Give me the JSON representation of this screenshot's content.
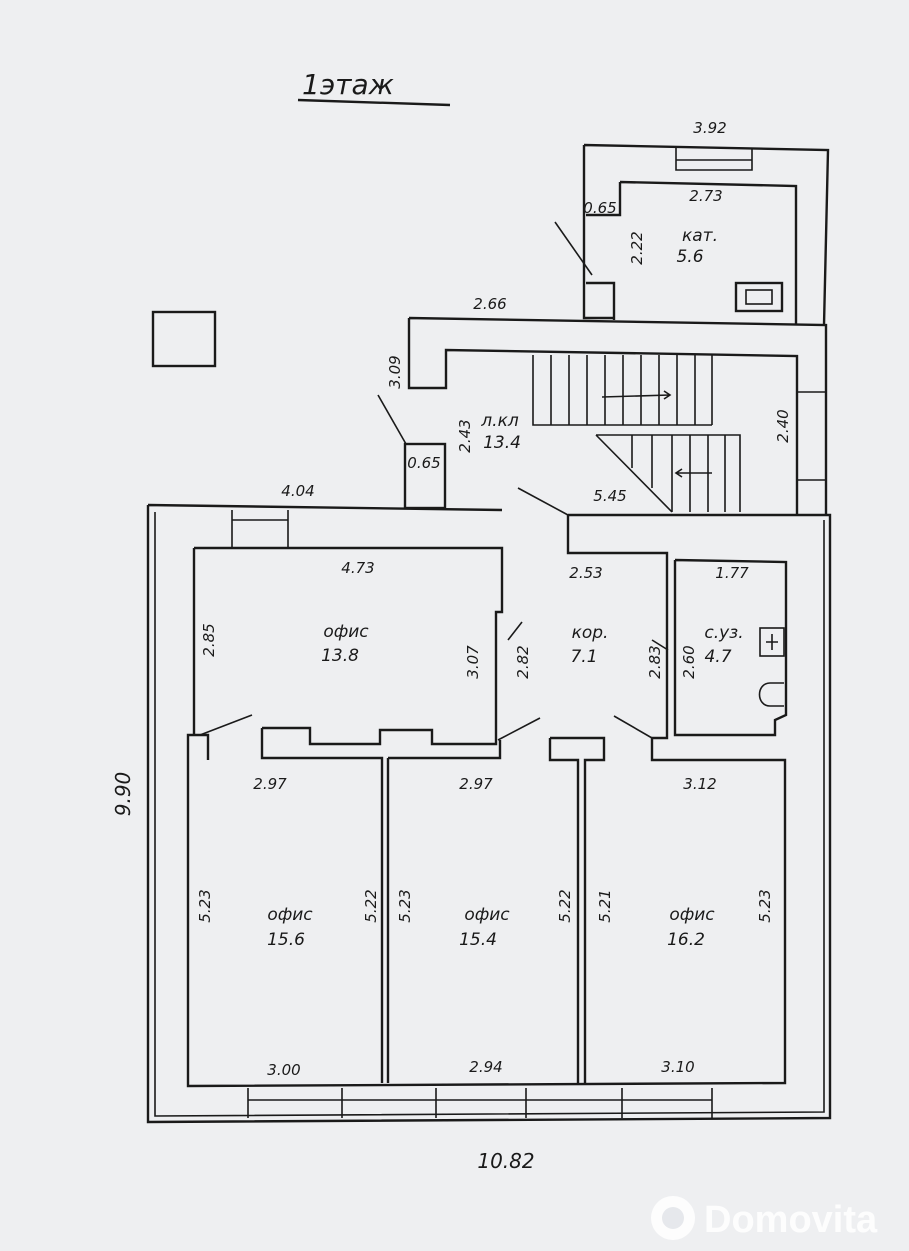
{
  "title": "1этаж",
  "rooms": {
    "kat": {
      "name": "кат.",
      "area": "5.6"
    },
    "lkl": {
      "name": "л.кл",
      "area": "13.4"
    },
    "ofis1": {
      "name": "офис",
      "area": "13.8"
    },
    "kor": {
      "name": "кор.",
      "area": "7.1"
    },
    "suz": {
      "name": "с.уз.",
      "area": "4.7"
    },
    "ofis2": {
      "name": "офис",
      "area": "15.6"
    },
    "ofis3": {
      "name": "офис",
      "area": "15.4"
    },
    "ofis4": {
      "name": "офис",
      "area": "16.2"
    }
  },
  "dims": {
    "d392": "3.92",
    "d273": "2.73",
    "d065a": "0.65",
    "d222": "2.22",
    "d266": "2.66",
    "d309": "3.09",
    "d243": "2.43",
    "d240": "2.40",
    "d065b": "0.65",
    "d545": "5.45",
    "d404": "4.04",
    "d473": "4.73",
    "d253": "2.53",
    "d177": "1.77",
    "d285": "2.85",
    "d307": "3.07",
    "d282": "2.82",
    "d283": "2.83",
    "d260": "2.60",
    "d297a": "2.97",
    "d297b": "2.97",
    "d312": "3.12",
    "d990": "9.90",
    "d523a": "5.23",
    "d522a": "5.22",
    "d523b": "5.23",
    "d522b": "5.22",
    "d521": "5.21",
    "d523c": "5.23",
    "d300": "3.00",
    "d294": "2.94",
    "d310": "3.10",
    "d1082": "10.82"
  },
  "watermark": "Domovita",
  "icons": {
    "toilet": "toilet-icon",
    "sink": "sink-icon",
    "boiler": "boiler-icon",
    "watermark": "domovita-logo-icon"
  }
}
